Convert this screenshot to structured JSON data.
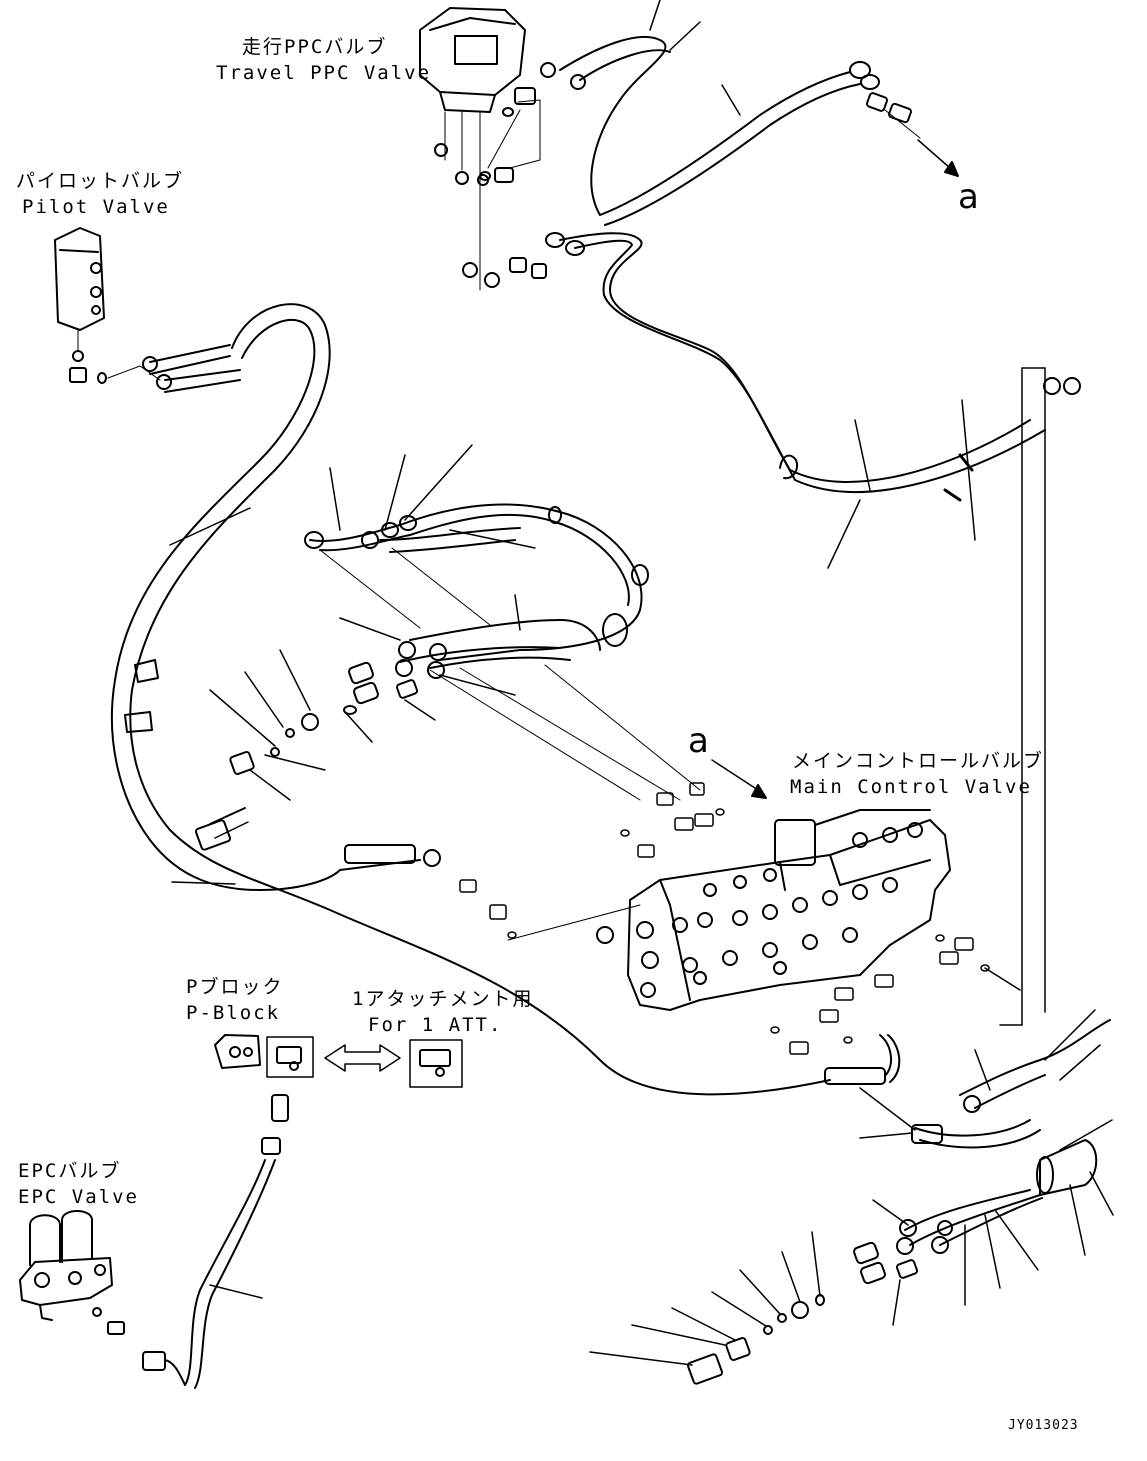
{
  "labels": {
    "travel_ppc_jp": "走行PPCバルブ",
    "travel_ppc_en": "Travel PPC Valve",
    "pilot_jp": "パイロットバルブ",
    "pilot_en": "Pilot Valve",
    "ref_a": "a",
    "main_jp": "メインコントロールバルブ",
    "main_en": "Main Control Valve",
    "pblock_jp": "Pブロック",
    "pblock_en": "P-Block",
    "att_jp": "1アタッチメント用",
    "att_en": "For 1 ATT.",
    "epc_jp": "EPCバルブ",
    "epc_en": "EPC Valve",
    "drawing_code": "JY013023"
  }
}
